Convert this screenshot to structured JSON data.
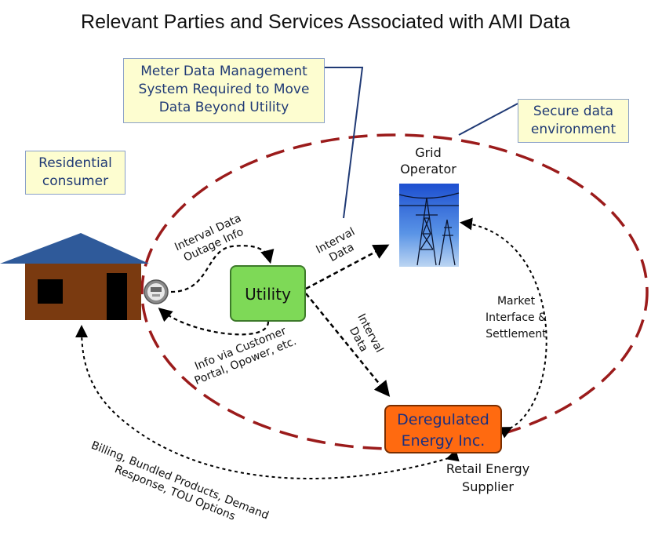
{
  "title": "Relevant Parties and Services Associated with AMI Data",
  "callouts": {
    "mdm": [
      "Meter Data Management",
      "System Required to Move",
      "Data Beyond Utility"
    ],
    "secure": [
      "Secure data",
      "environment"
    ],
    "residential": [
      "Residential",
      "consumer"
    ]
  },
  "nodes": {
    "utility": "Utility",
    "deregulated": [
      "Deregulated",
      "Energy Inc."
    ],
    "grid_operator": [
      "Grid",
      "Operator"
    ],
    "retail_supplier": [
      "Retail Energy",
      "Supplier"
    ]
  },
  "flow_labels": {
    "interval_outage": [
      "Interval Data",
      "Outage Info"
    ],
    "interval_to_grid": [
      "Interval",
      "Data"
    ],
    "interval_to_dereg": [
      "Interval",
      "Data"
    ],
    "info_portal": [
      "Info via Customer",
      "Portal, Opower, etc."
    ],
    "market": [
      "Market",
      "Interface &",
      "Settlement"
    ],
    "billing": [
      "Billing, Bundled Products, Demand",
      "Response, TOU Options"
    ]
  },
  "colors": {
    "utility_fill": "#7ed957",
    "dereg_fill": "#ff6a10",
    "dereg_text": "#1a2f80",
    "ellipse": "#9b1b1b",
    "roof": "#2f5a9a",
    "house": "#7a3a10"
  }
}
